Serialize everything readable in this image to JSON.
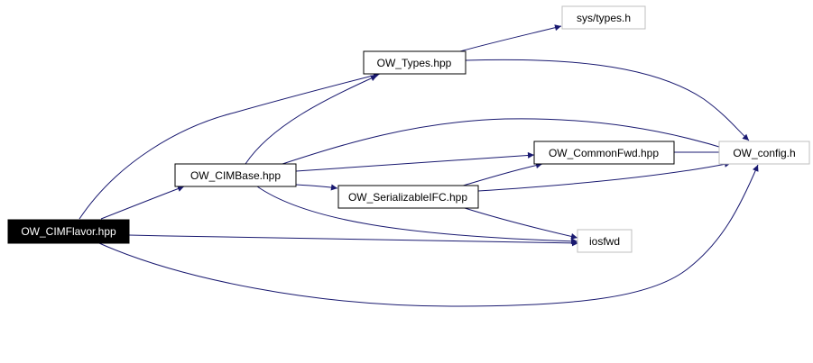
{
  "colors": {
    "edge": "#191970",
    "node_border_dark": "#000000",
    "node_border_light": "#bfbfbf",
    "highlight_fill": "#000000",
    "highlight_text": "#ffffff",
    "text": "#000000"
  },
  "nodes": {
    "cimflavor": "OW_CIMFlavor.hpp",
    "cimbase": "OW_CIMBase.hpp",
    "types": "OW_Types.hpp",
    "systypes": "sys/types.h",
    "commonfwd": "OW_CommonFwd.hpp",
    "serializable": "OW_SerializableIFC.hpp",
    "config": "OW_config.h",
    "iosfwd": "iosfwd"
  },
  "edges": [
    {
      "from": "cimflavor",
      "to": "cimbase"
    },
    {
      "from": "cimflavor",
      "to": "types"
    },
    {
      "from": "cimflavor",
      "to": "iosfwd"
    },
    {
      "from": "cimflavor",
      "to": "config"
    },
    {
      "from": "cimbase",
      "to": "types"
    },
    {
      "from": "cimbase",
      "to": "config"
    },
    {
      "from": "cimbase",
      "to": "commonfwd"
    },
    {
      "from": "cimbase",
      "to": "serializable"
    },
    {
      "from": "cimbase",
      "to": "iosfwd"
    },
    {
      "from": "types",
      "to": "systypes"
    },
    {
      "from": "types",
      "to": "config"
    },
    {
      "from": "commonfwd",
      "to": "config"
    },
    {
      "from": "serializable",
      "to": "commonfwd"
    },
    {
      "from": "serializable",
      "to": "config"
    },
    {
      "from": "serializable",
      "to": "iosfwd"
    }
  ]
}
